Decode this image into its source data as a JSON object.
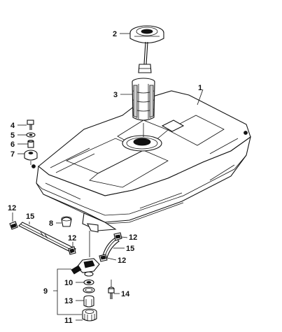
{
  "diagram": {
    "callouts": {
      "p1": "1",
      "p2": "2",
      "p3": "3",
      "p4": "4",
      "p5": "5",
      "p6": "6",
      "p7": "7",
      "p8": "8",
      "p9": "9",
      "p10": "10",
      "p11": "11",
      "p12a": "12",
      "p12b": "12",
      "p12c": "12",
      "p12d": "12",
      "p13": "13",
      "p14": "14",
      "p15a": "15",
      "p15b": "15"
    }
  }
}
